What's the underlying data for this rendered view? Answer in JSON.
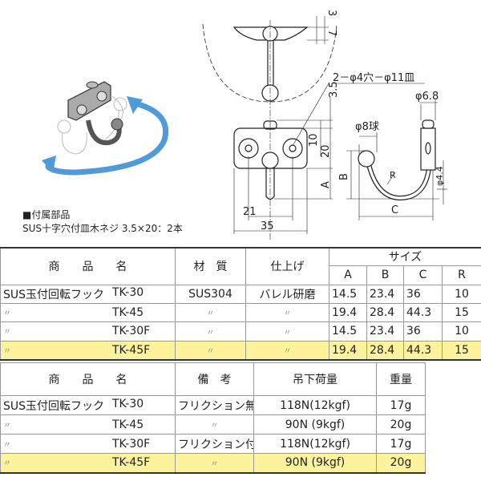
{
  "drawing": {
    "callout_holes": "2－φ4穴－φ11皿",
    "dim_3": "3",
    "dim_7": "7",
    "dim_3_5": "3.5",
    "dim_10": "10",
    "dim_20": "20",
    "dim_A": "A",
    "dim_B": "B",
    "dim_C": "C",
    "dim_R": "R",
    "dim_21": "21",
    "dim_35": "35",
    "dim_ball": "φ8球",
    "dim_phi68": "φ6.8",
    "dim_phi44": "φ4.4"
  },
  "accessory": {
    "heading": "■付属部品",
    "text": "SUS十字穴付皿木ネジ 3.5×20：2本"
  },
  "colors": {
    "highlight": "#fcf39c",
    "arrow": "#4f9ad8"
  },
  "table1": {
    "headers": {
      "name": "商　　品　　名",
      "material": "材　質",
      "finish": "仕上げ",
      "size": "サイズ",
      "A": "A",
      "B": "B",
      "C": "C",
      "R": "R"
    },
    "rows": [
      {
        "series": "SUS玉付回転フック",
        "model": "TK-30",
        "material": "SUS304",
        "finish": "バレル研磨",
        "A": "14.5",
        "B": "23.4",
        "C": "36",
        "R": "10"
      },
      {
        "series": "〃",
        "model": "TK-45",
        "material": "〃",
        "finish": "〃",
        "A": "19.4",
        "B": "28.4",
        "C": "44.3",
        "R": "15"
      },
      {
        "series": "〃",
        "model": "TK-30F",
        "material": "〃",
        "finish": "〃",
        "A": "14.5",
        "B": "23.4",
        "C": "36",
        "R": "10"
      },
      {
        "series": "〃",
        "model": "TK-45F",
        "material": "〃",
        "finish": "〃",
        "A": "19.4",
        "B": "28.4",
        "C": "44.3",
        "R": "15"
      }
    ]
  },
  "table2": {
    "headers": {
      "name": "商　　品　　名",
      "remarks": "備　考",
      "load": "吊下荷量",
      "weight": "重量"
    },
    "rows": [
      {
        "series": "SUS玉付回転フック",
        "model": "TK-30",
        "remarks": "フリクション無し",
        "load": "118N(12kgf)",
        "weight": "17g"
      },
      {
        "series": "〃",
        "model": "TK-45",
        "remarks": "〃",
        "load": "90N (9kgf)",
        "weight": "20g"
      },
      {
        "series": "〃",
        "model": "TK-30F",
        "remarks": "フリクション付",
        "load": "118N(12kgf)",
        "weight": "17g"
      },
      {
        "series": "〃",
        "model": "TK-45F",
        "remarks": "〃",
        "load": "90N (9kgf)",
        "weight": "20g"
      }
    ]
  }
}
